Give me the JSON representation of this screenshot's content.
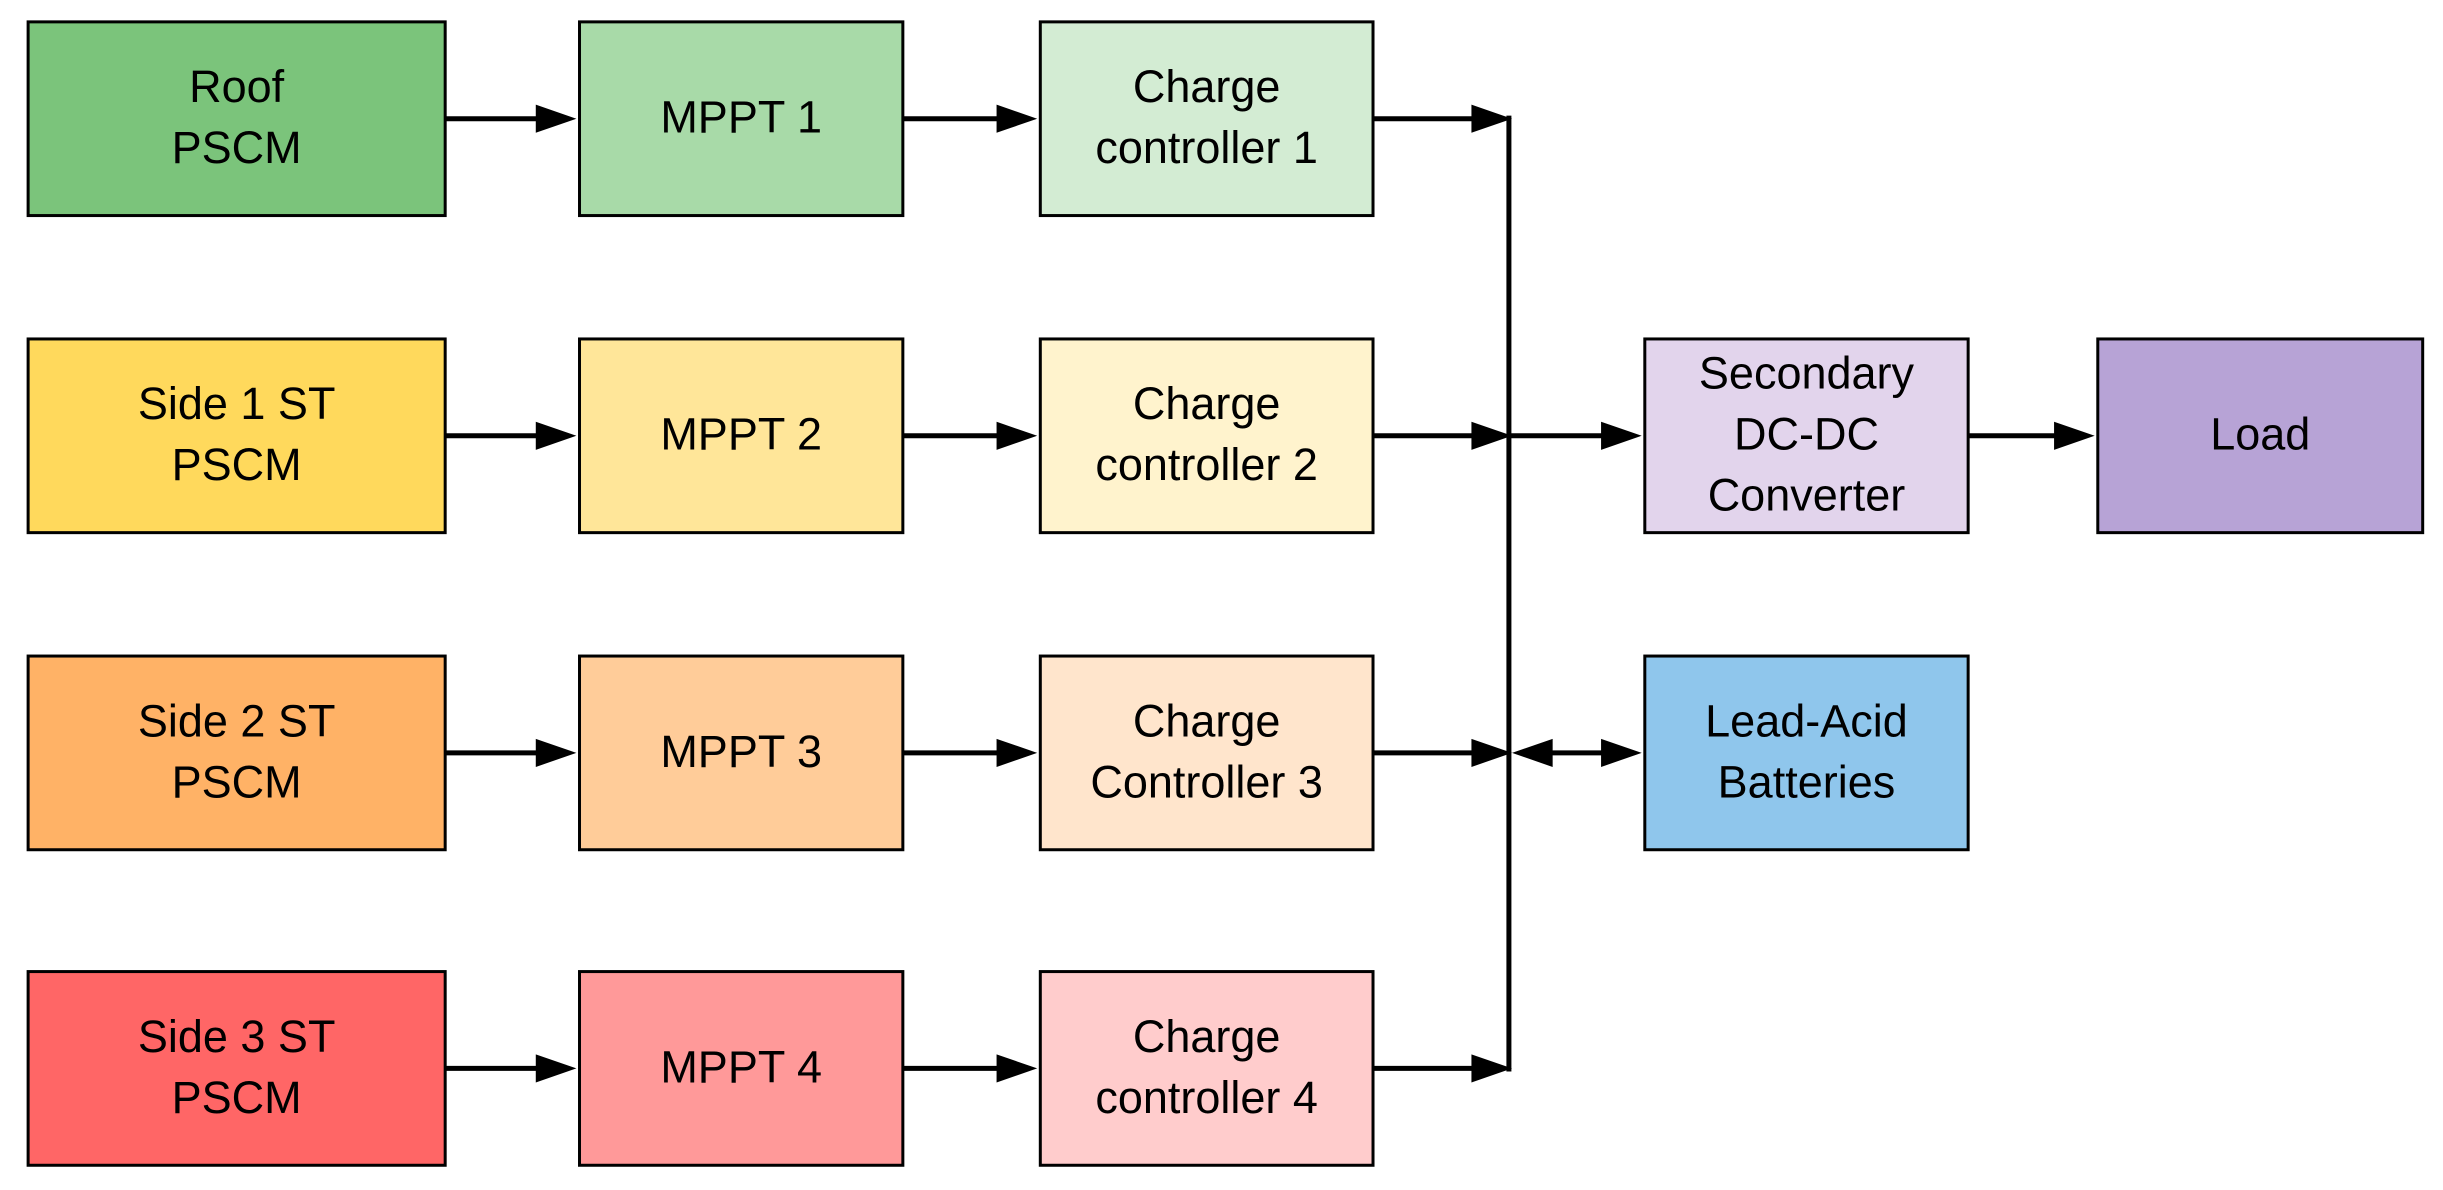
{
  "nodes": {
    "roof_pscm": {
      "lines": [
        "Roof",
        "PSCM"
      ],
      "fill": "#7BC47B"
    },
    "mppt1": {
      "lines": [
        "MPPT 1"
      ],
      "fill": "#A8DAA8"
    },
    "cc1": {
      "lines": [
        "Charge",
        "controller 1"
      ],
      "fill": "#D3ECD3"
    },
    "side1_pscm": {
      "lines": [
        "Side 1 ST",
        "PSCM"
      ],
      "fill": "#FFD95C"
    },
    "mppt2": {
      "lines": [
        "MPPT 2"
      ],
      "fill": "#FFE699"
    },
    "cc2": {
      "lines": [
        "Charge",
        "controller 2"
      ],
      "fill": "#FFF3CD"
    },
    "side2_pscm": {
      "lines": [
        "Side 2 ST",
        "PSCM"
      ],
      "fill": "#FFB266"
    },
    "mppt3": {
      "lines": [
        "MPPT 3"
      ],
      "fill": "#FFCC99"
    },
    "cc3": {
      "lines": [
        "Charge",
        "Controller 3"
      ],
      "fill": "#FFE5CC"
    },
    "side3_pscm": {
      "lines": [
        "Side 3 ST",
        "PSCM"
      ],
      "fill": "#FF6666"
    },
    "mppt4": {
      "lines": [
        "MPPT 4"
      ],
      "fill": "#FF9999"
    },
    "cc4": {
      "lines": [
        "Charge",
        "controller 4"
      ],
      "fill": "#FFCCCC"
    },
    "dcdc": {
      "lines": [
        "Secondary",
        "DC-DC",
        "Converter"
      ],
      "fill": "#E2D4EC"
    },
    "load": {
      "lines": [
        "Load"
      ],
      "fill": "#B7A3D6"
    },
    "batteries": {
      "lines": [
        "Lead-Acid",
        "Batteries"
      ],
      "fill": "#8FC6EC"
    }
  }
}
